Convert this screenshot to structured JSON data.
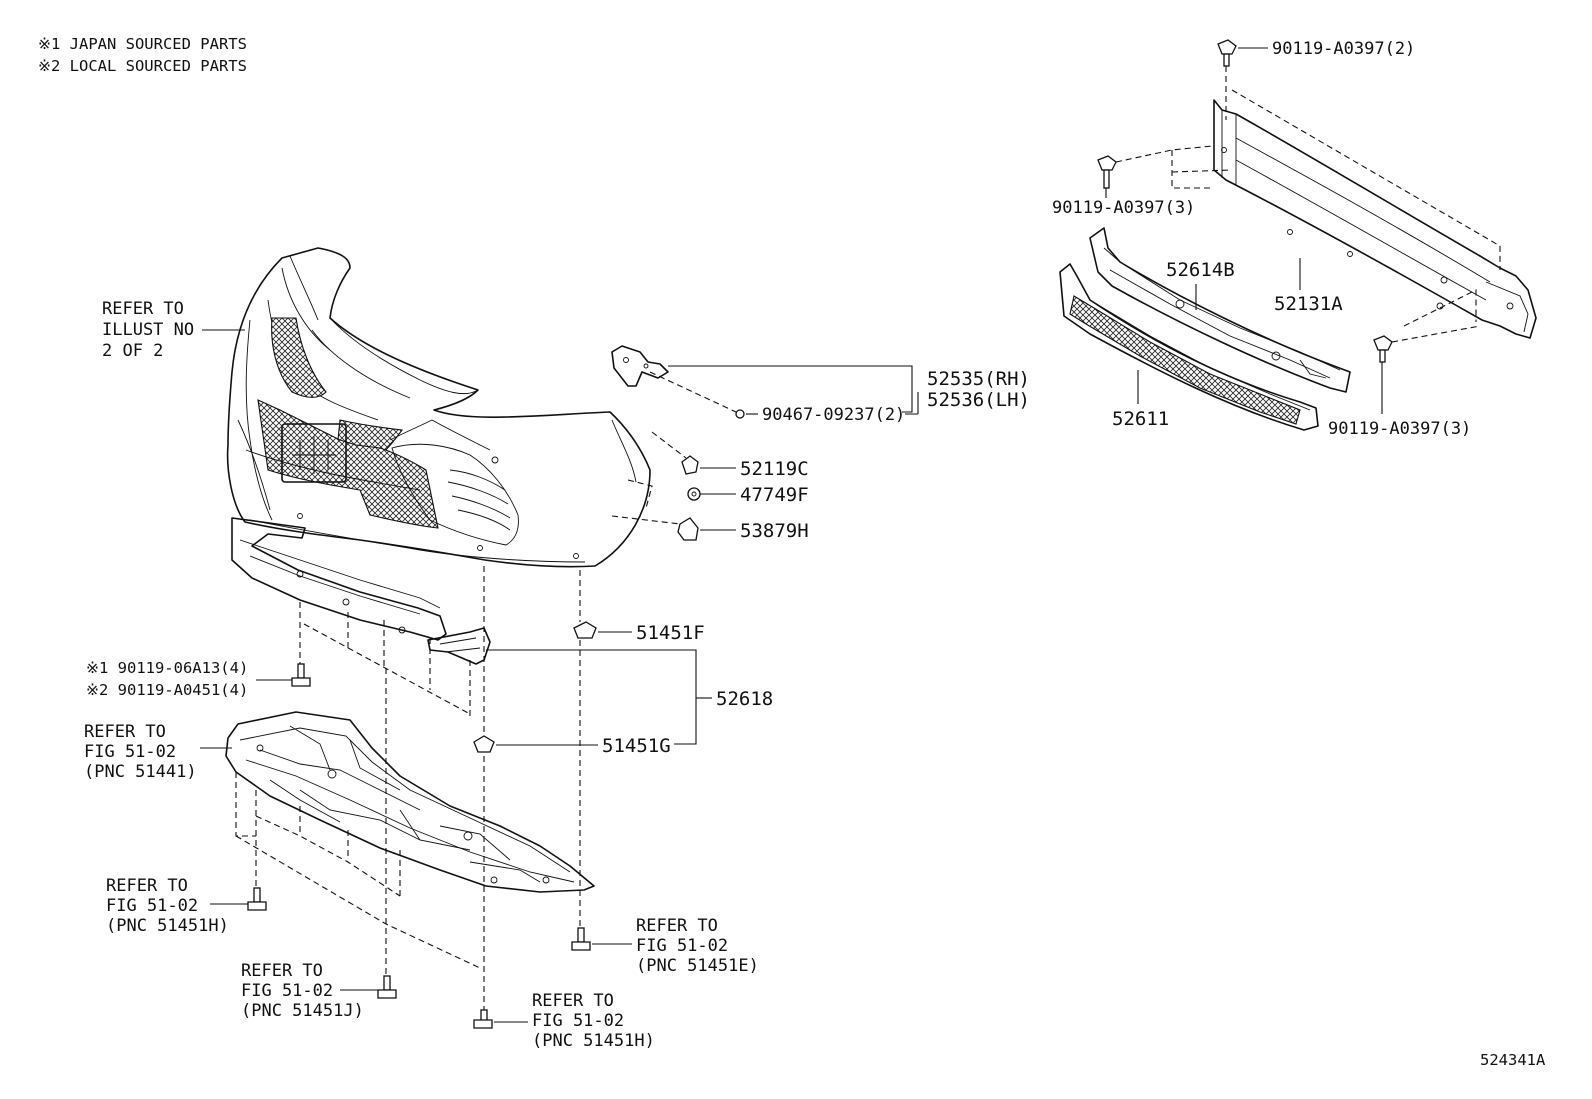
{
  "notes": {
    "note1": "※1 JAPAN SOURCED PARTS",
    "note2": "※2 LOCAL SOURCED PARTS"
  },
  "illustration_id": "524341A",
  "labels": {
    "refer_illust_1": "REFER TO",
    "refer_illust_2": "ILLUST NO",
    "refer_illust_3": "2 OF 2",
    "p52535": "52535(RH)",
    "p52536": "52536(LH)",
    "p90467": "90467-09237(2)",
    "p52119C": "52119C",
    "p47749F": "47749F",
    "p53879H": "53879H",
    "p51451F": "51451F",
    "p52618": "52618",
    "p51451G": "51451G",
    "p90119_06A13": "※1 90119-06A13(4)",
    "p90119_A0451": "※2 90119-A0451(4)",
    "refer_51441_1": "REFER TO",
    "refer_51441_2": "FIG 51-02",
    "refer_51441_3": "(PNC 51441)",
    "refer_51451H_a_1": "REFER TO",
    "refer_51451H_a_2": "FIG 51-02",
    "refer_51451H_a_3": "(PNC 51451H)",
    "refer_51451J_1": "REFER TO",
    "refer_51451J_2": "FIG 51-02",
    "refer_51451J_3": "(PNC 51451J)",
    "refer_51451H_b_1": "REFER TO",
    "refer_51451H_b_2": "FIG 51-02",
    "refer_51451H_b_3": "(PNC 51451H)",
    "refer_51451E_1": "REFER TO",
    "refer_51451E_2": "FIG 51-02",
    "refer_51451E_3": "(PNC 51451E)",
    "p90119_A0397_top": "90119-A0397(2)",
    "p90119_A0397_left": "90119-A0397(3)",
    "p90119_A0397_right": "90119-A0397(3)",
    "p52614B": "52614B",
    "p52131A": "52131A",
    "p52611": "52611"
  }
}
